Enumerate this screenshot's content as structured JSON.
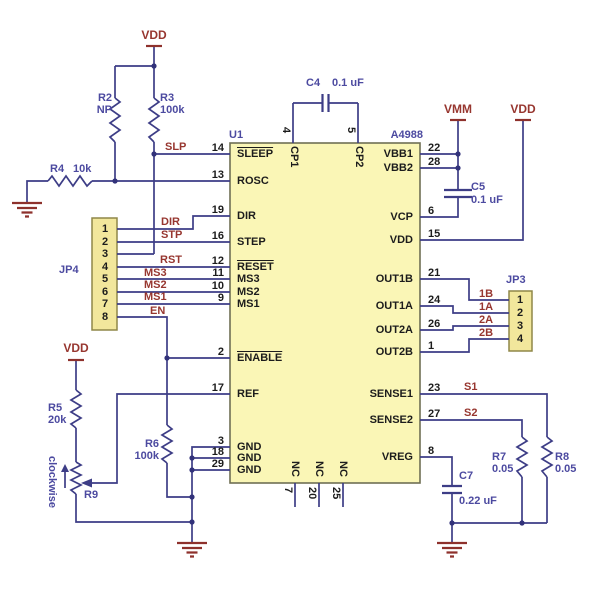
{
  "u1": {
    "ref": "U1",
    "part": "A4988",
    "pins": {
      "sleep": {
        "num": "14",
        "name": "SLEEP"
      },
      "rosc": {
        "num": "13",
        "name": "ROSC"
      },
      "dir": {
        "num": "19",
        "name": "DIR"
      },
      "step": {
        "num": "16",
        "name": "STEP"
      },
      "reset": {
        "num": "12",
        "name": "RESET"
      },
      "ms3": {
        "num": "11",
        "name": "MS3"
      },
      "ms2": {
        "num": "10",
        "name": "MS2"
      },
      "ms1": {
        "num": "9",
        "name": "MS1"
      },
      "enable": {
        "num": "2",
        "name": "ENABLE"
      },
      "ref": {
        "num": "17",
        "name": "REF"
      },
      "gnd1": {
        "num": "3",
        "name": "GND"
      },
      "gnd2": {
        "num": "18",
        "name": "GND"
      },
      "gnd3": {
        "num": "29",
        "name": "GND"
      },
      "cp1": {
        "num": "4",
        "name": "CP1"
      },
      "cp2": {
        "num": "5",
        "name": "CP2"
      },
      "vbb1": {
        "num": "22",
        "name": "VBB1"
      },
      "vbb2": {
        "num": "28",
        "name": "VBB2"
      },
      "vcp": {
        "num": "6",
        "name": "VCP"
      },
      "vdd": {
        "num": "15",
        "name": "VDD"
      },
      "out1b": {
        "num": "21",
        "name": "OUT1B"
      },
      "out1a": {
        "num": "24",
        "name": "OUT1A"
      },
      "out2a": {
        "num": "26",
        "name": "OUT2A"
      },
      "out2b": {
        "num": "1",
        "name": "OUT2B"
      },
      "sense1": {
        "num": "23",
        "name": "SENSE1"
      },
      "sense2": {
        "num": "27",
        "name": "SENSE2"
      },
      "vreg": {
        "num": "8",
        "name": "VREG"
      },
      "nc1": {
        "num": "7",
        "name": "NC"
      },
      "nc2": {
        "num": "20",
        "name": "NC"
      },
      "nc3": {
        "num": "25",
        "name": "NC"
      }
    }
  },
  "jp4": {
    "ref": "JP4",
    "pins": [
      "1",
      "2",
      "3",
      "4",
      "5",
      "6",
      "7",
      "8"
    ]
  },
  "jp3": {
    "ref": "JP3",
    "pins": [
      "1",
      "2",
      "3",
      "4"
    ]
  },
  "nets": {
    "vdd": "VDD",
    "vmm": "VMM",
    "slp": "SLP",
    "dir": "DIR",
    "stp": "STP",
    "rst": "RST",
    "ms3": "MS3",
    "ms2": "MS2",
    "ms1": "MS1",
    "en": "EN",
    "s1": "S1",
    "s2": "S2",
    "out1b": "1B",
    "out1a": "1A",
    "out2a": "2A",
    "out2b": "2B"
  },
  "components": {
    "r2": {
      "ref": "R2",
      "value": "NP"
    },
    "r3": {
      "ref": "R3",
      "value": "100k"
    },
    "r4": {
      "ref": "R4",
      "value": "10k"
    },
    "r5": {
      "ref": "R5",
      "value": "20k"
    },
    "r6": {
      "ref": "R6",
      "value": "100k"
    },
    "r7": {
      "ref": "R7",
      "value": "0.05"
    },
    "r8": {
      "ref": "R8",
      "value": "0.05"
    },
    "r9": {
      "ref": "R9",
      "note": "clockwise"
    },
    "c4": {
      "ref": "C4",
      "value": "0.1 uF"
    },
    "c5": {
      "ref": "C5",
      "value": "0.1 uF"
    },
    "c7": {
      "ref": "C7",
      "value": "0.22 uF"
    }
  },
  "colors": {
    "wire": "#3d3d86",
    "net_label": "#97362f",
    "component_label": "#4c4aa0",
    "pin_text": "#1c1c1c",
    "chip_fill": "#faf6b6",
    "header_fill": "#f2e79c"
  }
}
